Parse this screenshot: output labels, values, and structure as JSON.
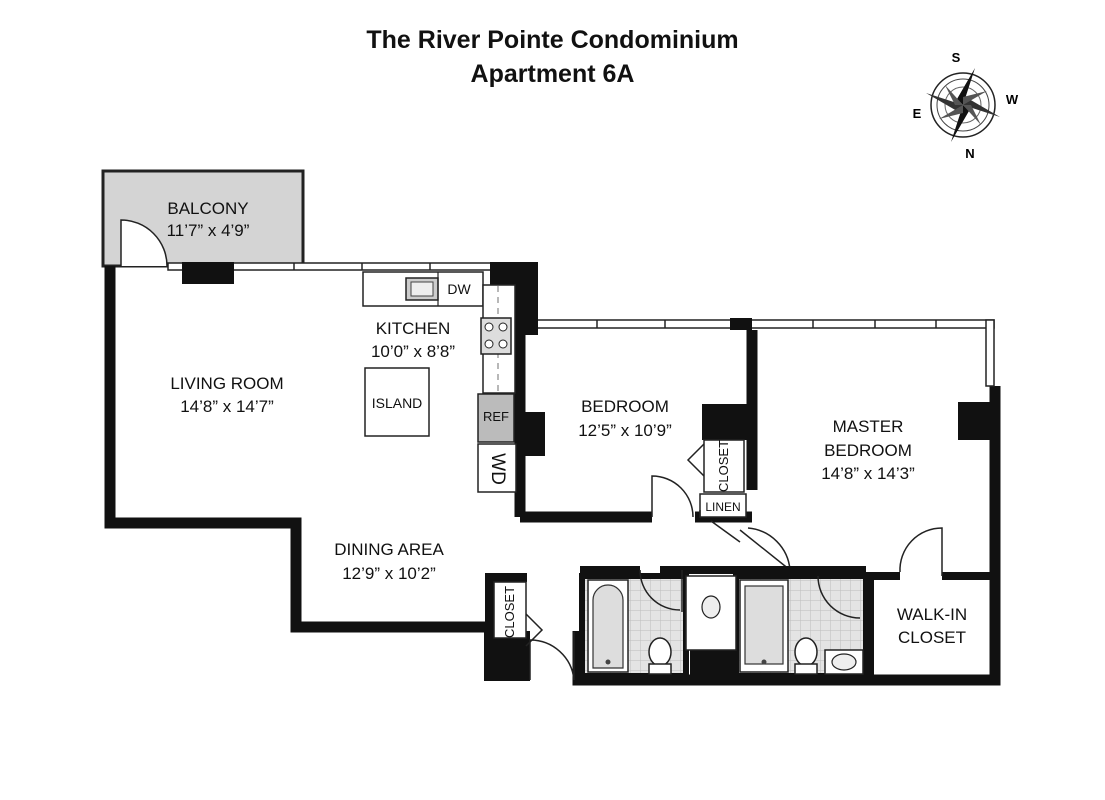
{
  "header": {
    "title": "The River Pointe Condominium",
    "subtitle": "Apartment 6A"
  },
  "compass": {
    "north": "N",
    "south": "S",
    "east": "E",
    "west": "W"
  },
  "rooms": {
    "balcony": {
      "name": "BALCONY",
      "size": "11’7” x 4’9”"
    },
    "kitchen": {
      "name": "KITCHEN",
      "size": "10’0” x 8’8”"
    },
    "living": {
      "name": "LIVING ROOM",
      "size": "14’8” x 14’7”"
    },
    "dining": {
      "name": "DINING AREA",
      "size": "12’9” x 10’2”"
    },
    "bedroom": {
      "name": "BEDROOM",
      "size": "12’5” x 10’9”"
    },
    "master": {
      "name_line1": "MASTER",
      "name_line2": "BEDROOM",
      "size": "14’8” x 14’3”"
    },
    "walkin": {
      "line1": "WALK-IN",
      "line2": "CLOSET"
    }
  },
  "fixtures": {
    "island": "ISLAND",
    "dishwasher": "DW",
    "refrigerator": "REF",
    "washer_dryer": "WD",
    "closet_bedroom": "CLOSET",
    "closet_entry": "CLOSET",
    "linen": "LINEN"
  },
  "colors": {
    "wall": "#111111",
    "balcony_fill": "#d4d4d4",
    "tile": "#cfcfcf"
  }
}
